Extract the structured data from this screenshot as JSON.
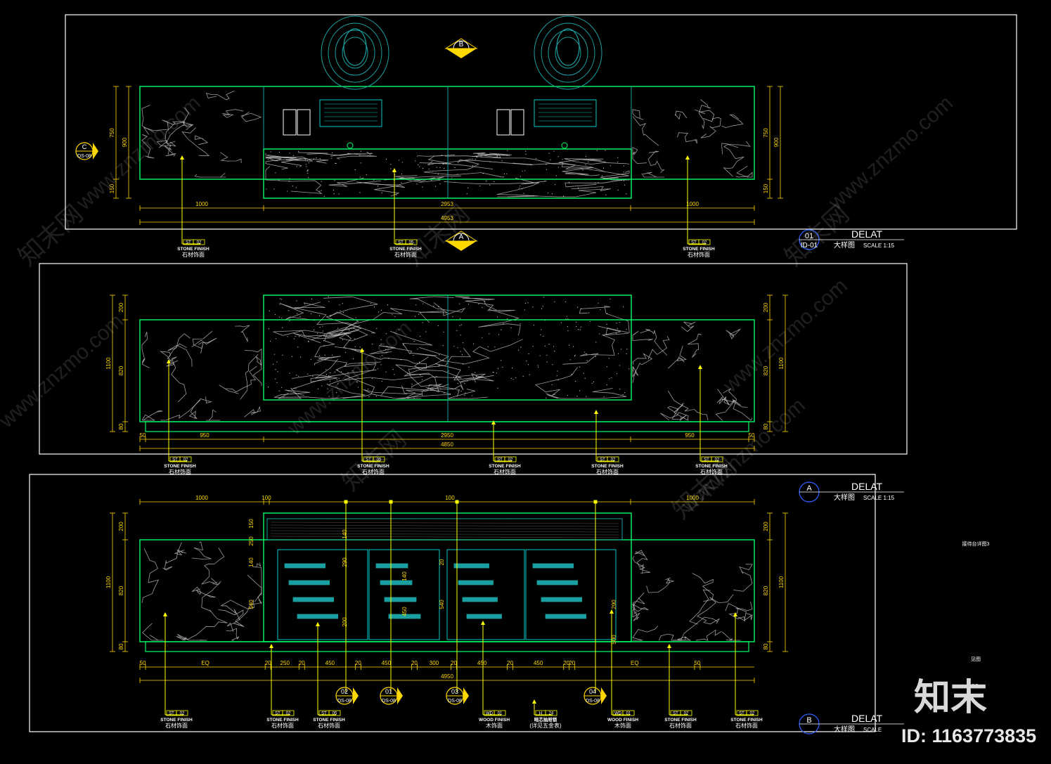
{
  "drawing": {
    "colors": {
      "background": "#000000",
      "frame": "#ffffff",
      "panel": "#00ff66",
      "dimension": "#ffd700",
      "leader": "#ffff00",
      "vein": "#cfcfcf",
      "cyan": "#00c8c8",
      "teal": "#1aa0a0"
    },
    "view1": {
      "top_dims": [
        "1000",
        "2953",
        "1000"
      ],
      "overall": "4953",
      "left_dims": [
        "900",
        "750",
        "150"
      ],
      "right_dims": [
        "750",
        "900",
        "150"
      ],
      "callout": {
        "id": "01",
        "title": "DELAT",
        "code": "ID-01",
        "subtitle": "大样图",
        "scale": "SCALE  1:15"
      },
      "section_c": {
        "letter": "C",
        "ref": "DS-08"
      },
      "section_b": {
        "letter": "B"
      },
      "section_a": {
        "letter": "A"
      },
      "tags": [
        {
          "code": "ST",
          "num": "02",
          "en": "STONE FINISH",
          "cn": "石材饰面"
        },
        {
          "code": "ST",
          "num": "05",
          "en": "STONE FINISH",
          "cn": "石材饰面"
        },
        {
          "code": "ST",
          "num": "02",
          "en": "STONE FINISH",
          "cn": "石材饰面"
        }
      ]
    },
    "view2": {
      "bottom_dims": [
        "50",
        "950",
        "2950",
        "950",
        "50"
      ],
      "overall": "4850",
      "left_dims": [
        "200",
        "1100",
        "820",
        "80"
      ],
      "right_dims": [
        "200",
        "820",
        "1100",
        "80"
      ],
      "tags": [
        {
          "code": "ST",
          "num": "02",
          "en": "STONE FINISH",
          "cn": "石材饰面"
        },
        {
          "code": "ST",
          "num": "05",
          "en": "STONE FINISH",
          "cn": "石材饰面"
        },
        {
          "code": "ST",
          "num": "02",
          "en": "STONE FINISH",
          "cn": "石材饰面"
        },
        {
          "code": "ST",
          "num": "02",
          "en": "STONE FINISH",
          "cn": "石材饰面"
        },
        {
          "code": "ST",
          "num": "02",
          "en": "STONE FINISH",
          "cn": "石材饰面"
        }
      ]
    },
    "view3": {
      "top_dims": [
        "1000",
        "100",
        "100",
        "1000"
      ],
      "bottom_dims": [
        "50",
        "EQ",
        "20",
        "250",
        "20",
        "450",
        "20",
        "450",
        "20",
        "300",
        "20",
        "450",
        "20",
        "450",
        "20",
        "20",
        "EQ",
        "50"
      ],
      "overall": "4950",
      "left_dims": [
        "200",
        "1100",
        "820",
        "80"
      ],
      "right_dims": [
        "200",
        "820",
        "1100",
        "80"
      ],
      "inner_dims": [
        "150",
        "250",
        "140",
        "540",
        "290",
        "200",
        "140",
        "140",
        "450",
        "20",
        "540",
        "290",
        "500"
      ],
      "callout_a": {
        "letter": "A",
        "title": "DELAT",
        "subtitle": "大样图",
        "scale": "SCALE  1:15"
      },
      "callout_b": {
        "letter": "B",
        "title": "DELAT",
        "subtitle": "大样图",
        "scale": "SCALE"
      },
      "note": "接待台详图3",
      "note2": "见图",
      "note3": "DS-",
      "sections": [
        {
          "num": "02",
          "ref": "DS-08"
        },
        {
          "num": "01",
          "ref": "DS-08"
        },
        {
          "num": "03",
          "ref": "DS-08"
        },
        {
          "num": "04",
          "ref": "DS-08"
        }
      ],
      "tags": [
        {
          "code": "ST",
          "num": "02",
          "en": "STONE FINISH",
          "cn": "石材饰面"
        },
        {
          "code": "ST",
          "num": "02",
          "en": "STONE FINISH",
          "cn": "石材饰面"
        },
        {
          "code": "ST",
          "num": "05",
          "en": "STONE FINISH",
          "cn": "石材饰面"
        },
        {
          "code": "WD",
          "num": "01",
          "en": "WOOD FINISH",
          "cn": "木饰面"
        },
        {
          "code": "H",
          "num": "24",
          "en": "暗芯抽屉锁",
          "cn": "(详见五金表)"
        },
        {
          "code": "WD",
          "num": "01",
          "en": "WOOD FINISH",
          "cn": "木饰面"
        },
        {
          "code": "ST",
          "num": "02",
          "en": "STONE FINISH",
          "cn": "石材饰面"
        },
        {
          "code": "ST",
          "num": "02",
          "en": "STONE FINISH",
          "cn": "石材饰面"
        }
      ]
    }
  },
  "watermark": {
    "site": "www.znzmo.com",
    "cn": "知末网",
    "brand": "知末",
    "id_label": "ID: 1163773835"
  }
}
